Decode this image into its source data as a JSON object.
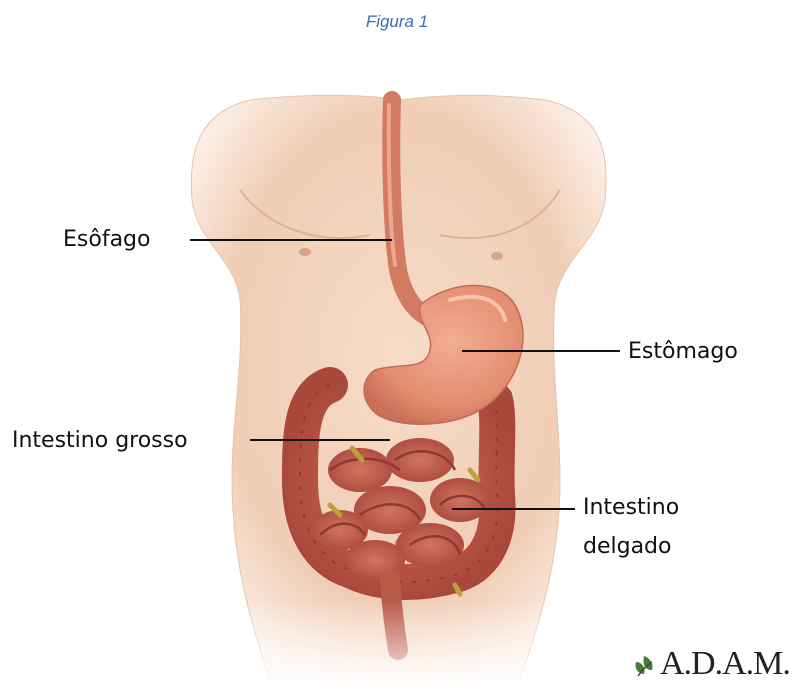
{
  "figure": {
    "caption": "Figura 1",
    "labels": {
      "esophagus": "Esôfago",
      "stomach": "Estômago",
      "large_intestine": "Intestino grosso",
      "small_intestine_line1": "Intestino",
      "small_intestine_line2": "delgado"
    },
    "brand": {
      "name": "A.D.A.M.",
      "logo_icon": "leaf-logo-icon",
      "accent_color": "#4a7a3a"
    },
    "colors": {
      "skin": "#f2d3bd",
      "skin_shadow": "#e3b89d",
      "esophagus": "#d27a62",
      "stomach": "#e8957a",
      "intestine": "#c2604d",
      "intestine_dark": "#9c3f32",
      "leader_line": "#111111",
      "caption": "#3a6fb0"
    }
  }
}
